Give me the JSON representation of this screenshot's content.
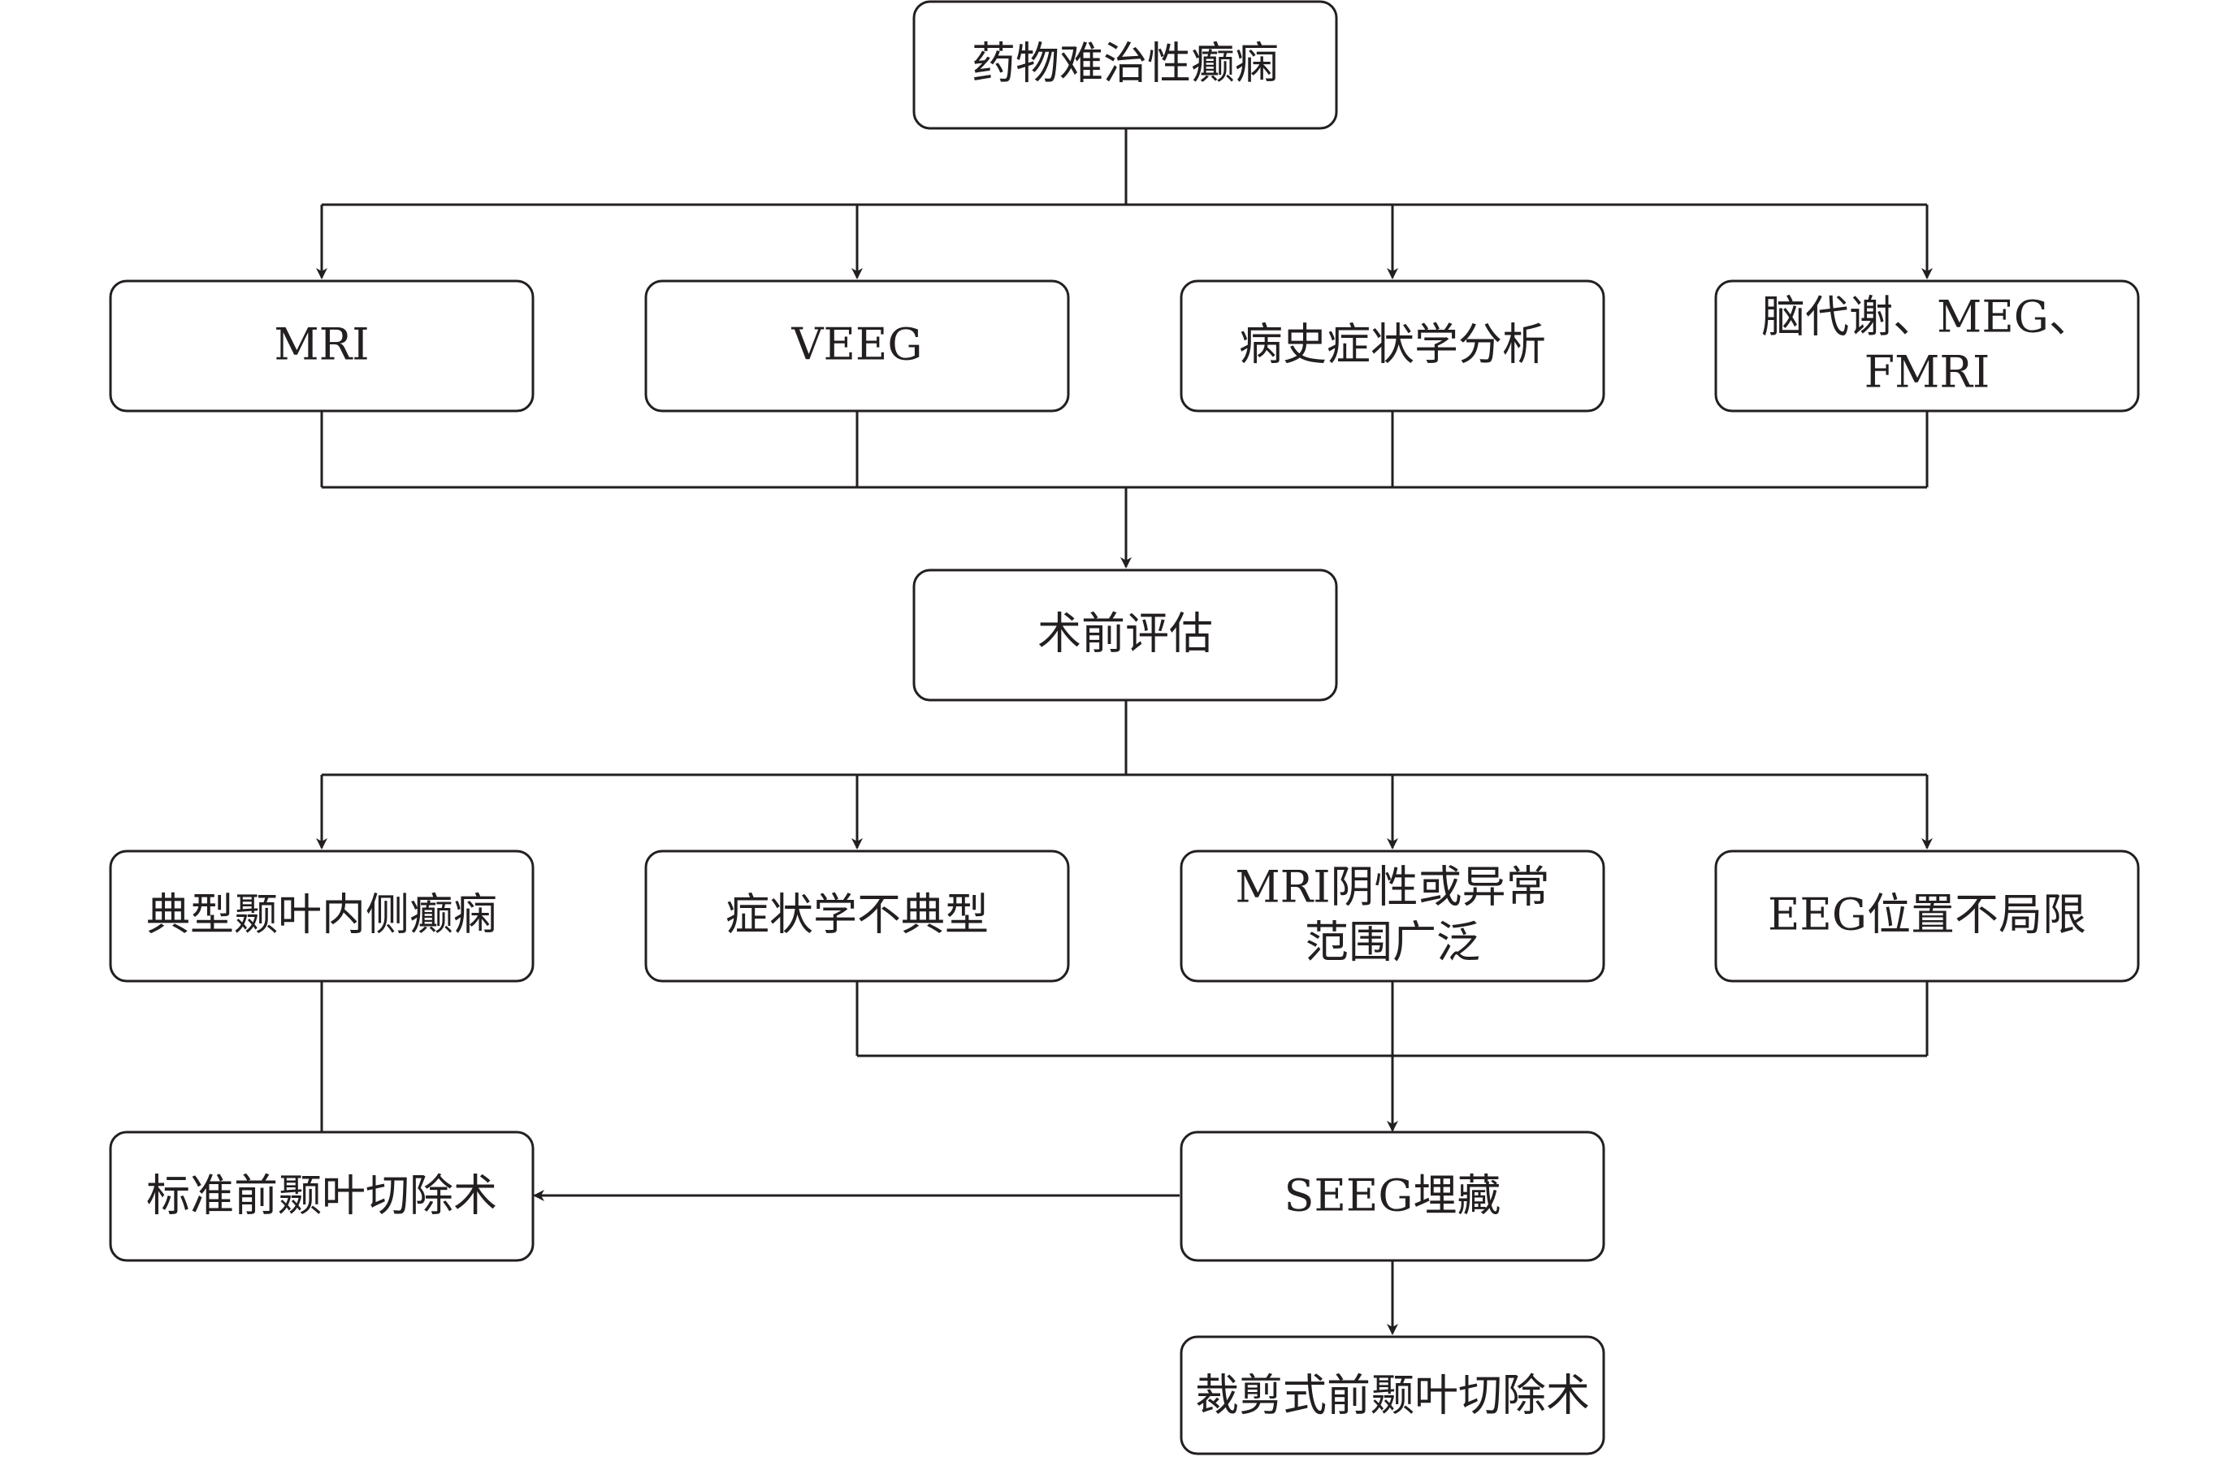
{
  "nodes": {
    "root": {
      "lines": [
        "药物难治性癫痫"
      ]
    },
    "mri": {
      "lines": [
        "MRI"
      ]
    },
    "veeg": {
      "lines": [
        "VEEG"
      ]
    },
    "history": {
      "lines": [
        "病史症状学分析"
      ]
    },
    "metabolism": {
      "lines": [
        "脑代谢、MEG、",
        "FMRI"
      ]
    },
    "preop": {
      "lines": [
        "术前评估"
      ]
    },
    "typical": {
      "lines": [
        "典型颞叶内侧癫痫"
      ]
    },
    "atypical": {
      "lines": [
        "症状学不典型"
      ]
    },
    "mri_negative": {
      "lines": [
        "MRI阴性或异常",
        "范围广泛"
      ]
    },
    "eeg": {
      "lines": [
        "EEG位置不局限"
      ]
    },
    "standard": {
      "lines": [
        "标准前颞叶切除术"
      ]
    },
    "seeg": {
      "lines": [
        "SEEG埋藏"
      ]
    },
    "tailored": {
      "lines": [
        "裁剪式前颞叶切除术"
      ]
    }
  }
}
